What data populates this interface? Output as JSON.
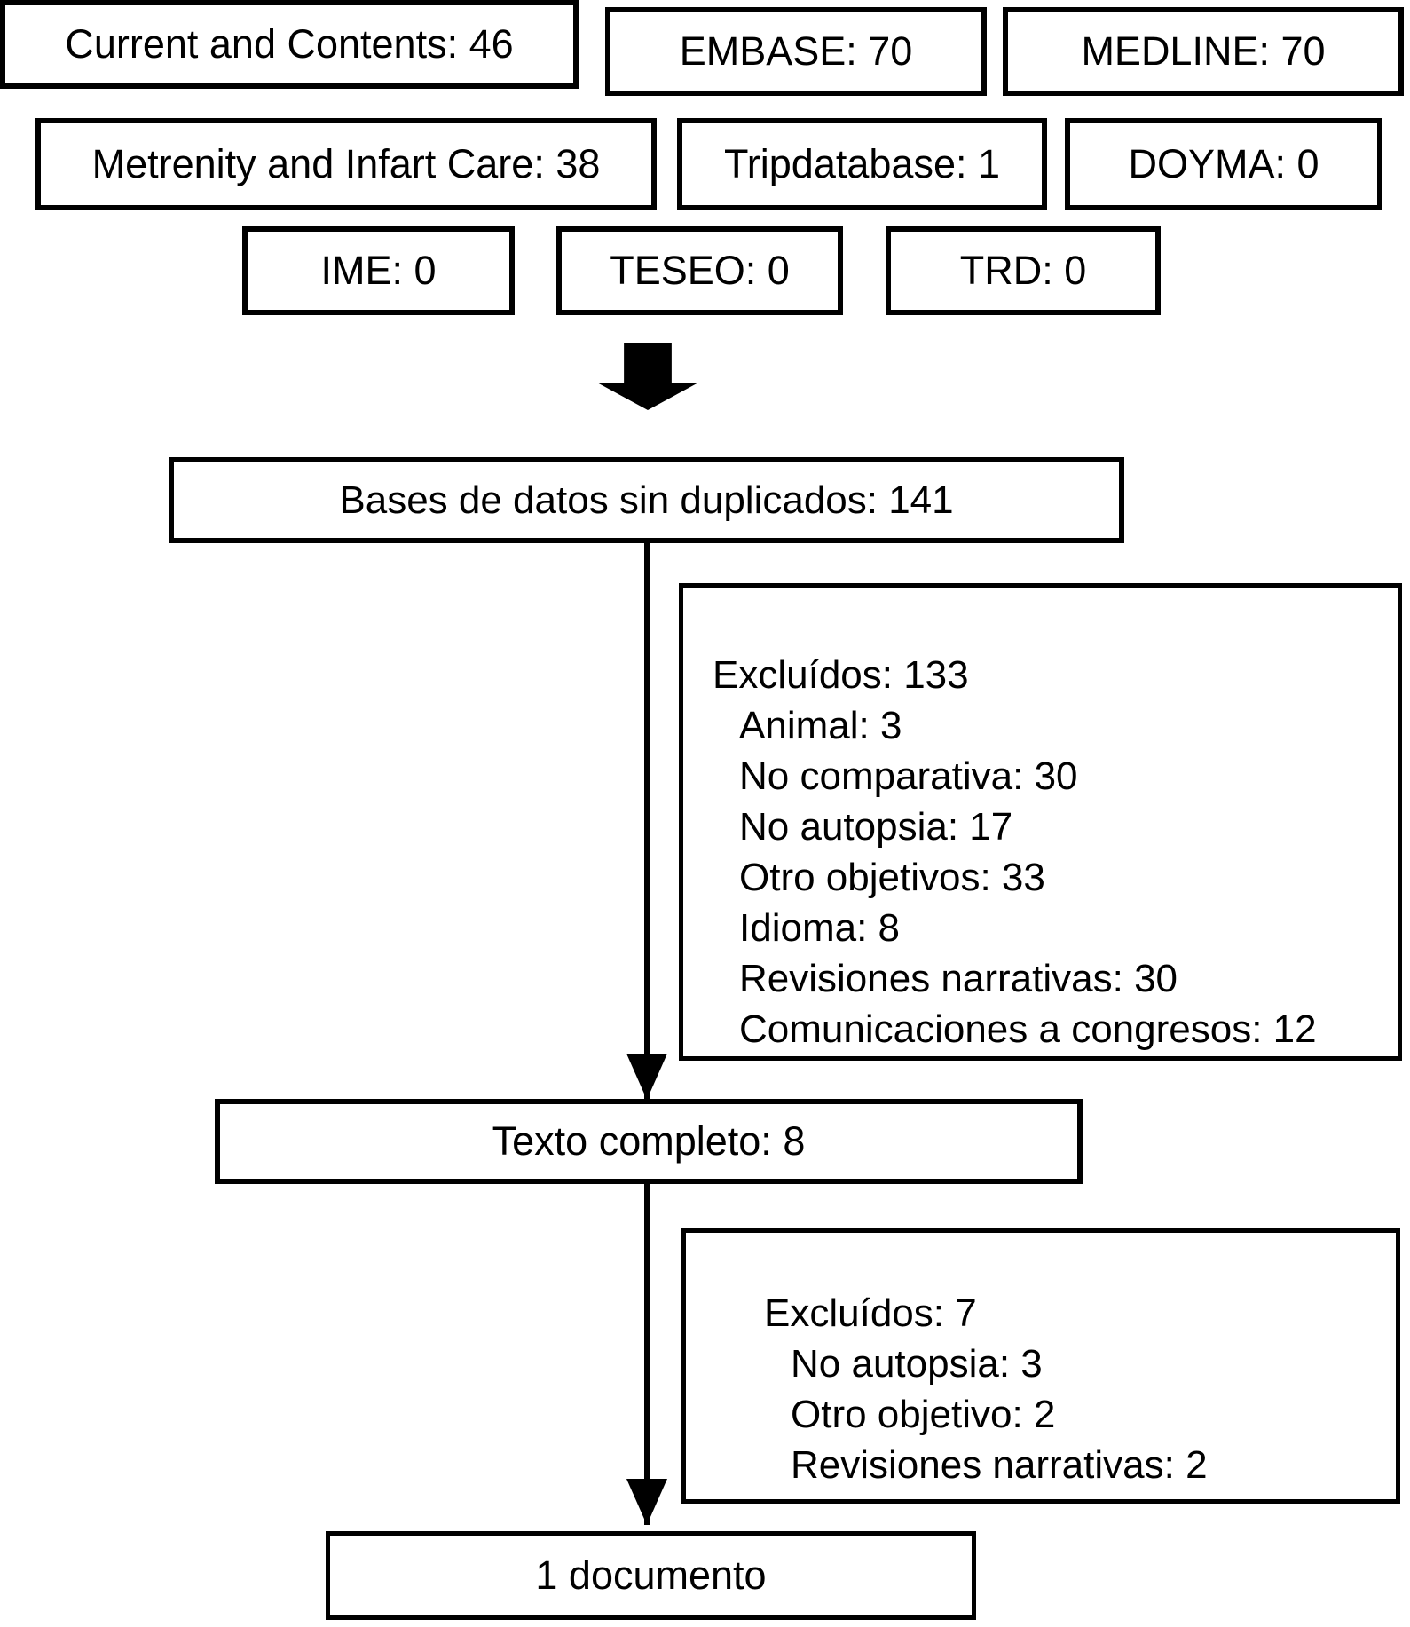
{
  "colors": {
    "background": "#ffffff",
    "line": "#000000",
    "text": "#000000"
  },
  "sources": {
    "row1": [
      {
        "label": "Current and Contents: 46"
      },
      {
        "label": "EMBASE: 70"
      },
      {
        "label": "MEDLINE: 70"
      }
    ],
    "row2": [
      {
        "label": "Metrenity and Infart Care: 38"
      },
      {
        "label": "Tripdatabase: 1"
      },
      {
        "label": "DOYMA: 0"
      }
    ],
    "row3": [
      {
        "label": "IME: 0"
      },
      {
        "label": "TESEO: 0"
      },
      {
        "label": "TRD: 0"
      }
    ]
  },
  "dedup": {
    "label": "Bases de datos sin duplicados: 141"
  },
  "excluded1": {
    "title": "Excluídos: 133",
    "items": [
      "Animal: 3",
      "No comparativa: 30",
      "No autopsia: 17",
      "Otro objetivos: 33",
      "Idioma: 8",
      "Revisiones narrativas: 30",
      "Comunicaciones a congresos: 12"
    ]
  },
  "fulltext": {
    "label": "Texto completo: 8"
  },
  "excluded2": {
    "title": "Excluídos: 7",
    "items": [
      "No autopsia: 3",
      "Otro objetivo: 2",
      "Revisiones narrativas: 2"
    ]
  },
  "final": {
    "label": "1 documento"
  }
}
